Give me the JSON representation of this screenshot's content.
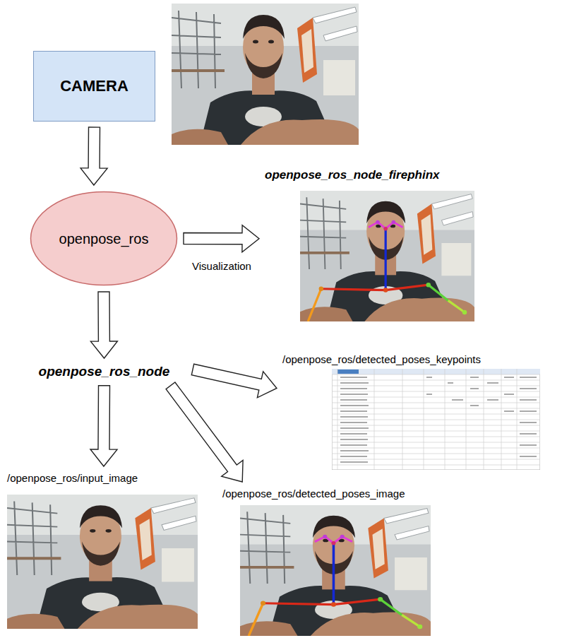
{
  "diagram": {
    "nodes": [
      {
        "text": [
          "CAMERA"
        ]
      },
      {
        "text": [
          "openpose_ros"
        ]
      },
      {
        "text": [
          "openpose_ros_node_firephinx"
        ]
      },
      {
        "text": [
          "openpose_ros_node"
        ]
      },
      {
        "text": [
          "/openpose_ros/detected_poses_keypoints"
        ]
      },
      {
        "text": [
          "/openpose_ros/input_image"
        ]
      },
      {
        "text": [
          "/openpose_ros/detected_poses_image"
        ]
      }
    ],
    "edges": [
      {
        "from": 0,
        "to": 1,
        "arrow": "to"
      },
      {
        "from": 1,
        "to": 2,
        "label": "Visualization",
        "arrow": "to"
      },
      {
        "from": 1,
        "to": 3,
        "arrow": "to"
      },
      {
        "from": 3,
        "to": 4,
        "arrow": "to"
      },
      {
        "from": 3,
        "to": 5,
        "arrow": "to"
      },
      {
        "from": 3,
        "to": 6,
        "arrow": "to"
      }
    ]
  }
}
